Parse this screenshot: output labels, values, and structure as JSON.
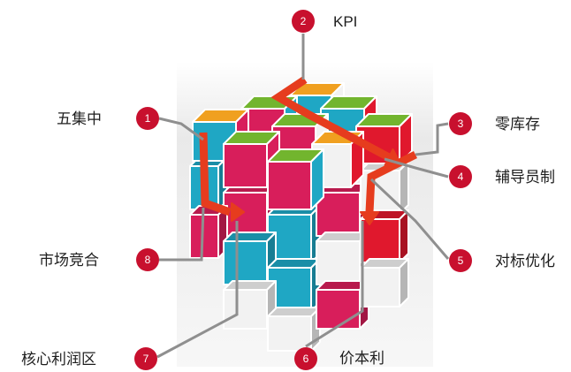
{
  "items": [
    {
      "num": "1",
      "label": "五集中"
    },
    {
      "num": "2",
      "label": "KPI"
    },
    {
      "num": "3",
      "label": "零库存"
    },
    {
      "num": "4",
      "label": "辅导员制"
    },
    {
      "num": "5",
      "label": "对标优化"
    },
    {
      "num": "6",
      "label": "价本利"
    },
    {
      "num": "7",
      "label": "核心利润区"
    },
    {
      "num": "8",
      "label": "市场竞合"
    }
  ],
  "colors": {
    "badge": "#c8102e",
    "arrow": "#e63c1e",
    "green": "#72b52e",
    "orange": "#f0a020",
    "magenta": "#d81e5b",
    "cyan": "#1fa7c4",
    "white": "#f2f2f2",
    "red": "#e0182d"
  }
}
